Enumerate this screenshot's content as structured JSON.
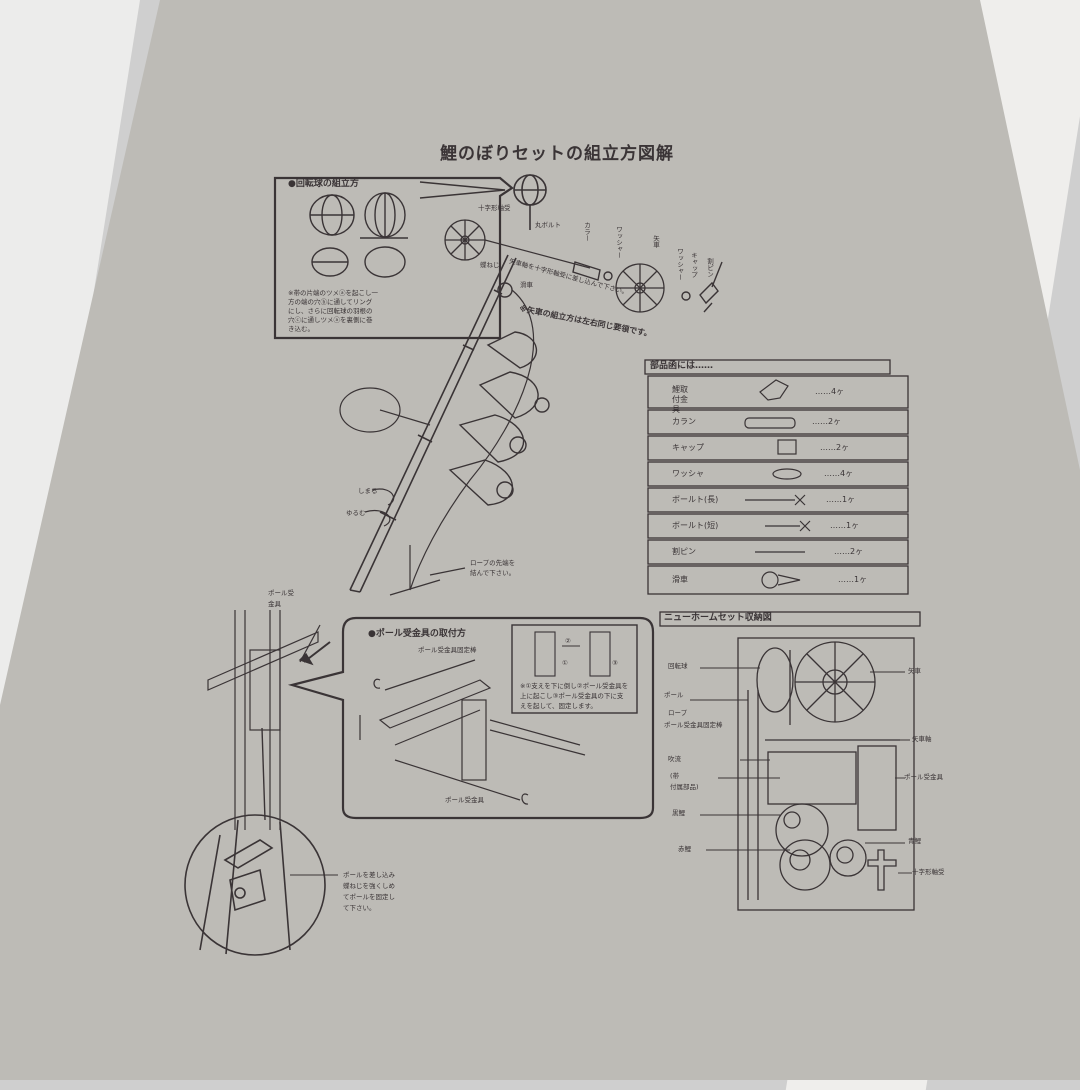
{
  "title": "鯉のぼりセットの組立方図解",
  "rotator_box": {
    "heading": "●回転球の組立方",
    "note": [
      "※帯の片端のツメⓐを起こし一",
      "方の端の穴ⓑに通してリング",
      "にし、さらに回転球の羽根の",
      "穴ⓒに通しツメⓐを裏側に巻",
      "き込む。"
    ]
  },
  "top_labels": {
    "cross_bearing": "十字形軸受",
    "round_bolt": "丸ボルト",
    "collar": "カラー",
    "washer": "ワッシャー",
    "yaguruma": "矢車",
    "washer2": "ワッシャー",
    "cap": "キャップ",
    "split_pin": "割ピン",
    "screw": "蝶ねじ",
    "yaguruma_axis_note": "矢車軸を十字形軸受に差し込んで下さい。",
    "yaguruma_assembly_note": "※矢車の組立方は左右同じ要領です。",
    "pulley": "滑車"
  },
  "pole_labels": {
    "tighten": "しまる",
    "loosen": "ゆるむ",
    "rope_note": [
      "ロープの先端を",
      "結んで下さい。"
    ],
    "pole_bracket": [
      "ポール受",
      "金具"
    ],
    "insert_note": [
      "ポールを差し込み",
      "蝶ねじを強くしめ",
      "てポールを固定し",
      "て下さい。"
    ]
  },
  "bracket_box": {
    "heading": "●ポール受金具の取付方",
    "rod_label": "ポール受金具固定棒",
    "bracket_label": "ポール受金具",
    "note": [
      "※①支えを下に倒し②ポール受金具を",
      "上に起こし③ポール受金具の下に支",
      "えを起して、固定します。"
    ],
    "steps": [
      "①",
      "②",
      "③"
    ]
  },
  "parts": {
    "heading": "部品函には……",
    "rows": [
      {
        "name": "鯉取付金具",
        "qty": "……4ヶ"
      },
      {
        "name": "カラン",
        "qty": "……2ヶ"
      },
      {
        "name": "キャップ",
        "qty": "……2ヶ"
      },
      {
        "name": "ワッシャ",
        "qty": "……4ヶ"
      },
      {
        "name": "ボールト(長)",
        "qty": "……1ヶ"
      },
      {
        "name": "ボールト(短)",
        "qty": "……1ヶ"
      },
      {
        "name": "割ピン",
        "qty": "……2ヶ"
      },
      {
        "name": "滑車",
        "qty": "……1ヶ"
      }
    ]
  },
  "storage": {
    "heading": "ニューホームセット収納図",
    "labels": {
      "rotator": "回転球",
      "pole": "ポール",
      "rope": "ロープ",
      "fix_rod": "ポール受金具固定棒",
      "streamer": "吹流",
      "obi": "(帯",
      "accessories": "付属部品)",
      "black_carp": "黒鯉",
      "red_carp": "赤鯉",
      "yaguruma": "矢車",
      "yaguruma_axis": "矢車軸",
      "bracket": "ポール受金具",
      "blue_carp": "青鯉",
      "cross_bearing": "十字形軸受"
    }
  }
}
